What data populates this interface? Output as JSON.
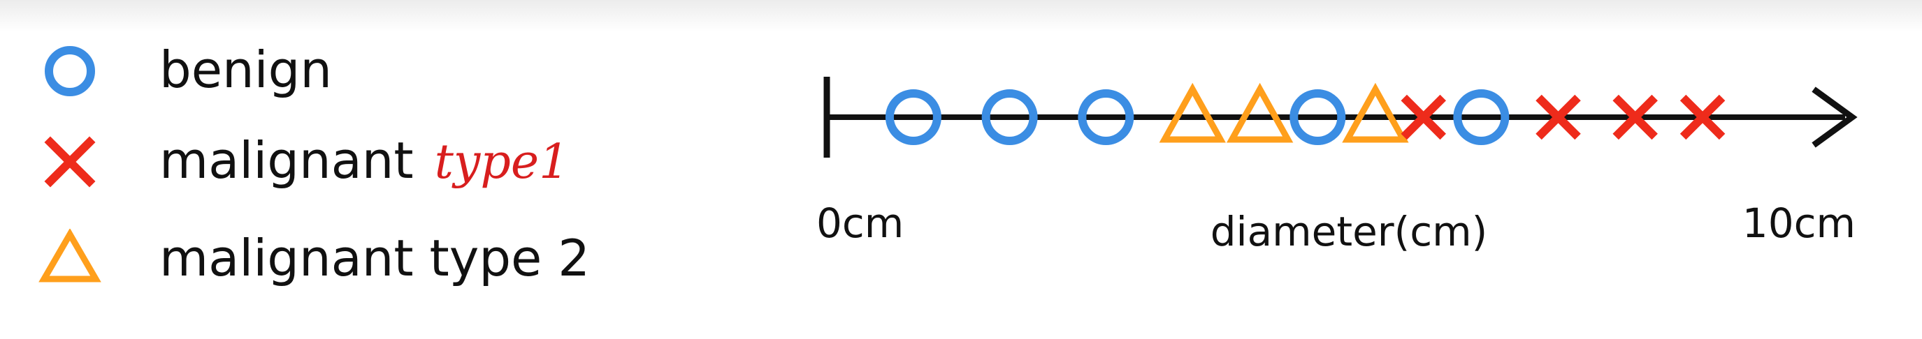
{
  "legend": {
    "items": [
      {
        "label": "benign",
        "marker": "circle",
        "color": "#3b8de3",
        "icon": "circle-icon"
      },
      {
        "label": "malignant",
        "note": "type1",
        "note_color": "#d81e1e",
        "marker": "cross",
        "color": "#ee2b1b",
        "icon": "cross-icon"
      },
      {
        "label": "malignant type 2",
        "marker": "triangle",
        "color": "#ff9f1c",
        "icon": "triangle-icon"
      }
    ]
  },
  "chart_data": {
    "type": "scatter",
    "xlabel": "diameter(cm)",
    "xlim": [
      0,
      10
    ],
    "x_tick_labels": [
      "0cm",
      "10cm"
    ],
    "series": [
      {
        "name": "benign",
        "marker": "circle",
        "color": "#3b8de3",
        "x": [
          0.9,
          1.9,
          2.9,
          5.1,
          6.8
        ]
      },
      {
        "name": "malignant type1",
        "marker": "cross",
        "color": "#ee2b1b",
        "x": [
          6.2,
          7.6,
          8.4,
          9.1
        ]
      },
      {
        "name": "malignant type 2",
        "marker": "triangle",
        "color": "#ff9f1c",
        "x": [
          3.8,
          4.5,
          5.7
        ]
      }
    ]
  }
}
